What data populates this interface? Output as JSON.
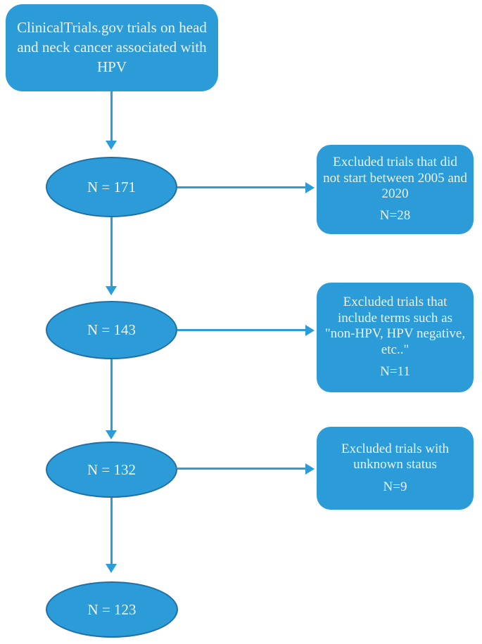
{
  "flowchart": {
    "source_box": {
      "text": "ClinicalTrials.gov trials on head and neck cancer associated with HPV"
    },
    "stages": [
      {
        "label": "N = 171"
      },
      {
        "label": "N = 143"
      },
      {
        "label": "N = 132"
      },
      {
        "label": "N = 123"
      }
    ],
    "exclusions": [
      {
        "text": "Excluded trials that did not start between 2005 and 2020",
        "count": "N=28"
      },
      {
        "text": "Excluded trials that include terms such as \"non-HPV, HPV negative, etc..\"",
        "count": "N=11"
      },
      {
        "text": "Excluded trials with unknown status",
        "count": "N=9"
      }
    ],
    "colors": {
      "shape_fill": "#2B9CD8",
      "ellipse_border": "#1E6FA6",
      "arrow": "#2B9CD8",
      "text": "#EAF2F4",
      "background": "#FFFFFF"
    }
  }
}
